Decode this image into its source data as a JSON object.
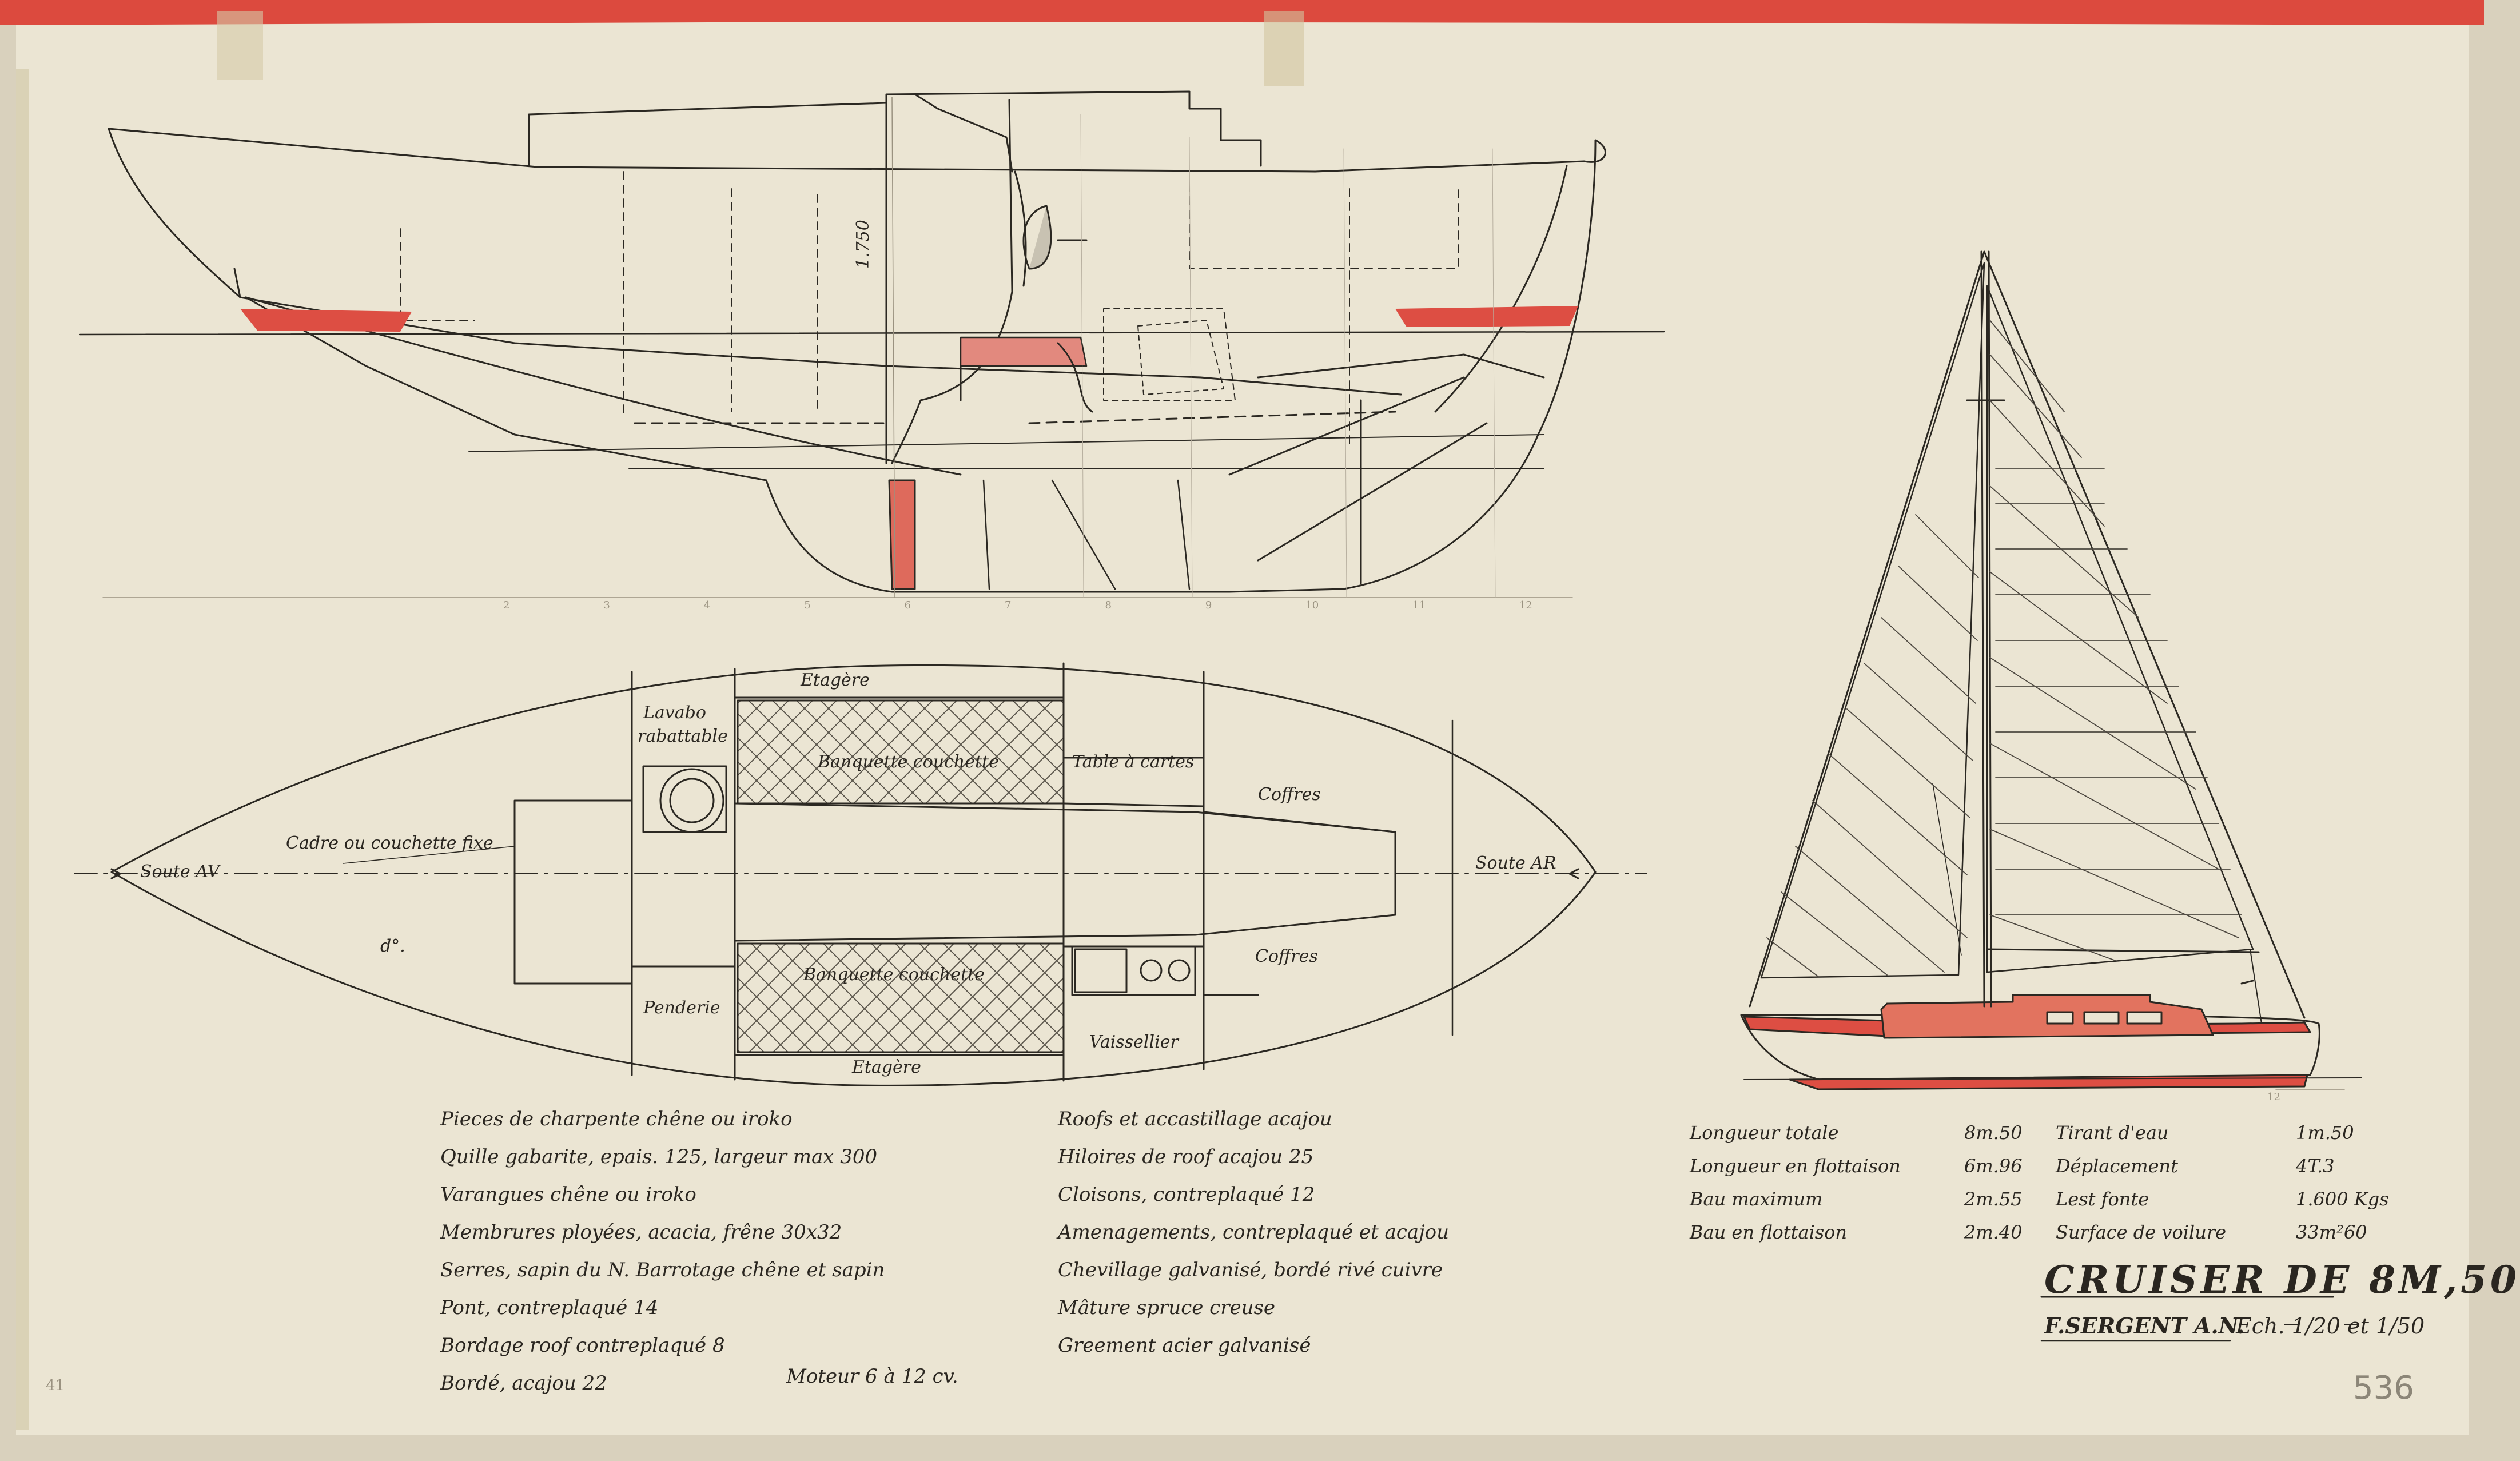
{
  "plan_labels": {
    "etagere_top": "Etagère",
    "lavabo_1": "Lavabo",
    "lavabo_2": "rabattable",
    "banquette_top": "Banquette couchette",
    "table": "Table à cartes",
    "coffres_top": "Coffres",
    "cadre": "Cadre ou couchette fixe",
    "soute_av": "Soute AV",
    "soute_ar": "Soute AR",
    "do": "d°.",
    "banquette_bottom": "Banquette couchette",
    "coffres_bottom": "Coffres",
    "penderie": "Penderie",
    "vaisselier": "Vaissellier",
    "etagere_bottom": "Etagère"
  },
  "profile_labels": {
    "height": "1.750"
  },
  "station_ticks": [
    "2",
    "3",
    "4",
    "5",
    "6",
    "7",
    "8",
    "9",
    "10",
    "11",
    "12"
  ],
  "sail_tick": "12",
  "construction_notes_left": [
    "Pieces de charpente chêne ou iroko",
    "Quille gabarite, epais. 125, largeur max 300",
    "Varangues chêne ou iroko",
    "Membrures ployées, acacia, frêne 30x32",
    "Serres, sapin du N. Barrotage chêne et sapin",
    "Pont, contreplaqué 14",
    "Bordage roof contreplaqué 8",
    "Bordé, acajou 22"
  ],
  "motor_note": "Moteur 6 à 12 cv.",
  "construction_notes_right": [
    "Roofs et accastillage acajou",
    "Hiloires de roof acajou 25",
    "Cloisons, contreplaqué 12",
    "Amenagements, contreplaqué et acajou",
    "Chevillage galvanisé, bordé rivé cuivre",
    "Mâture spruce creuse",
    "Greement acier galvanisé"
  ],
  "specs": [
    {
      "label": "Longueur totale",
      "value": "8m.50"
    },
    {
      "label": "Longueur en flottaison",
      "value": "6m.96"
    },
    {
      "label": "Bau maximum",
      "value": "2m.55"
    },
    {
      "label": "Bau en flottaison",
      "value": "2m.40"
    },
    {
      "label": "Tirant d'eau",
      "value": "1m.50"
    },
    {
      "label": "Déplacement",
      "value": "4T.3"
    },
    {
      "label": "Lest fonte",
      "value": "1.600 Kgs"
    },
    {
      "label": "Surface de voilure",
      "value": "33m²60"
    }
  ],
  "title": "CRUISER DE 8M,50",
  "designer": "F.SERGENT A.N.",
  "scale": "Ech. 1/20 et 1/50",
  "sheet_number": "536",
  "edge_mark": "41",
  "colors": {
    "paper": "#ebe5d3",
    "ink": "#2b2822",
    "red": "#dc5a4c",
    "border": "#d9d1bd"
  }
}
